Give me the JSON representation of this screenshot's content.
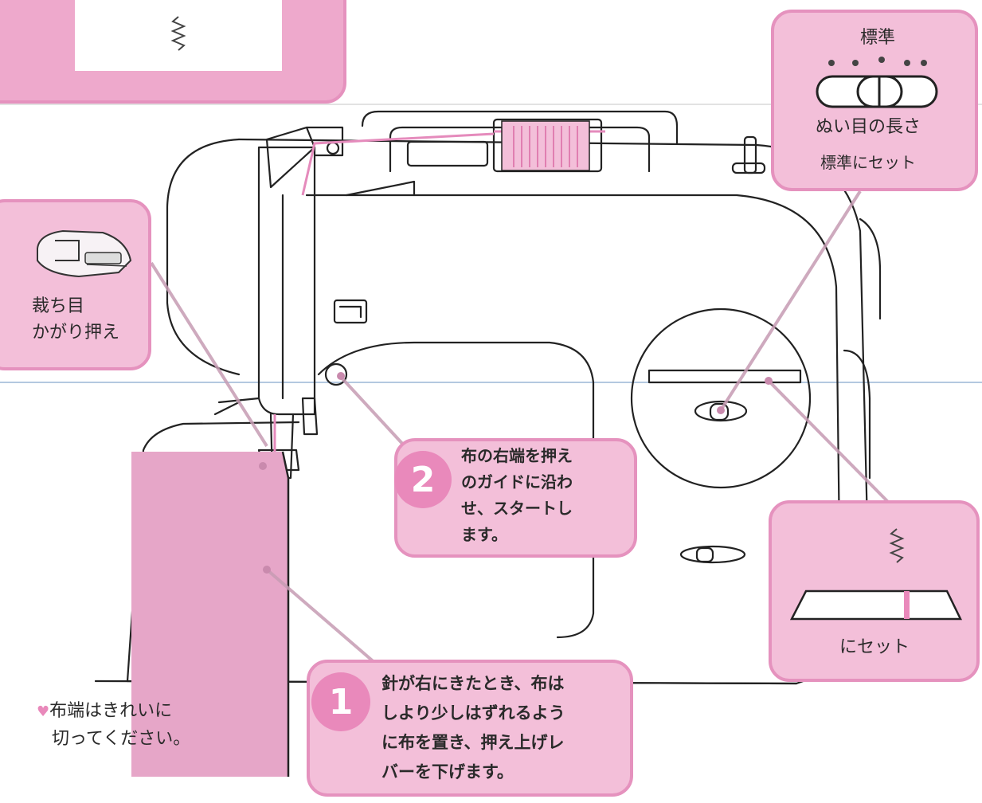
{
  "top_left_box": {
    "pattern_icon": "zigzag-stitch-icon"
  },
  "presser_foot_callout": {
    "icon": "overcasting-foot-icon",
    "line1": "裁ち目",
    "line2": "かがり押え"
  },
  "stitch_length_callout": {
    "standard_label": "標準",
    "dial_icon": "stitch-length-lever-icon",
    "line1": "ぬい目の長さ",
    "line2": "標準にセット"
  },
  "pattern_select_callout": {
    "pattern_icon": "zigzag-stitch-icon",
    "label": "にセット"
  },
  "step2": {
    "number": "2",
    "text": "布の右端を押え\nのガイドに沿わ\nせ、スタートし\nます。"
  },
  "step1": {
    "number": "1",
    "text": "針が右にきたとき、布は\nしより少しはずれるよう\nに布を置き、押え上げレ\nバーを下げます。"
  },
  "note": {
    "bullet": "♥",
    "line1": "布端はきれいに",
    "line2": "切ってください。"
  },
  "colors": {
    "callout_fill": "#f3bfd9",
    "callout_border": "#e592be",
    "badge": "#e989bb",
    "fabric": "#e6a6c8",
    "line_art": "#222222",
    "divider": "#9bb6d6"
  }
}
